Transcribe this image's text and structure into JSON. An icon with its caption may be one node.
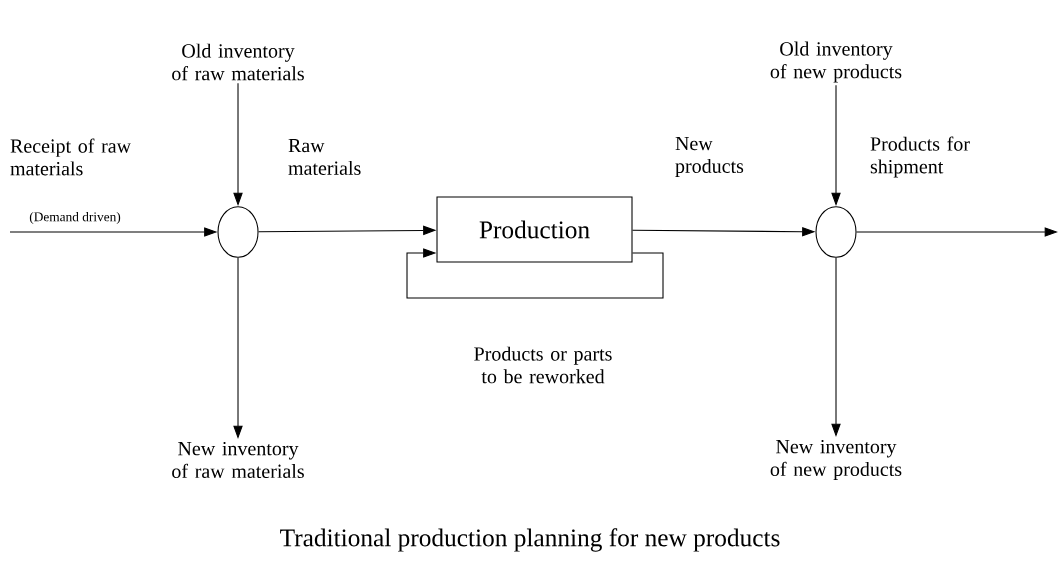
{
  "diagram": {
    "caption": "Traditional production planning for new products",
    "nodes": [
      {
        "text": [
          "Old inventory of raw materials"
        ]
      },
      {
        "text": [],
        "shape": "circle"
      },
      {
        "text": [
          "Production"
        ]
      },
      {
        "text": [
          "Old inventory of new products"
        ]
      },
      {
        "text": [],
        "shape": "circle"
      },
      {
        "text": [
          "New inventory of raw materials"
        ]
      },
      {
        "text": [
          "New inventory of new products"
        ]
      }
    ],
    "edges": [
      {
        "from": null,
        "to": 1,
        "arrow": "to",
        "label": "Receipt of raw materials"
      },
      {
        "from": 0,
        "to": 1,
        "arrow": "to"
      },
      {
        "from": 1,
        "to": 2,
        "arrow": "to",
        "label": "Raw materials"
      },
      {
        "from": 1,
        "to": 5,
        "arrow": "to"
      },
      {
        "from": 2,
        "to": 2,
        "arrow": "to",
        "label": "Products or parts to be reworked"
      },
      {
        "from": 2,
        "to": 4,
        "arrow": "to",
        "label": "New products"
      },
      {
        "from": 3,
        "to": 4,
        "arrow": "to"
      },
      {
        "from": 4,
        "to": 6,
        "arrow": "to"
      },
      {
        "from": 4,
        "to": null,
        "arrow": "to",
        "label": "Products for shipment"
      }
    ],
    "labels": [
      "(Demand driven)"
    ]
  }
}
